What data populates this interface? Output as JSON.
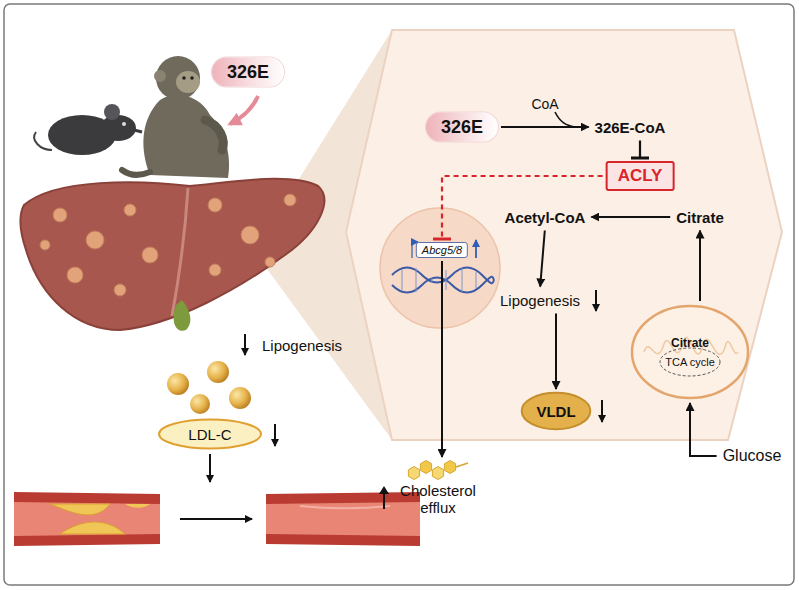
{
  "diagram": {
    "nodes": [
      {
        "text": [
          "326E"
        ]
      },
      {
        "text": [
          "326E"
        ]
      },
      {
        "text": [
          "326E-CoA"
        ]
      },
      {
        "text": [
          "ACLY"
        ]
      },
      {
        "text": [
          "Acetyl-CoA"
        ]
      },
      {
        "text": [
          "Citrate"
        ]
      },
      {
        "text": [
          "Lipogenesis"
        ]
      },
      {
        "text": [
          "VLDL"
        ]
      },
      {
        "text": [
          "Citrate",
          "TCA cycle"
        ]
      },
      {
        "text": [
          "Glucose"
        ]
      },
      {
        "text": [
          "Abcg5/8"
        ]
      },
      {
        "text": [
          "Cholesterol efflux"
        ]
      },
      {
        "text": [
          "LDL-C"
        ]
      }
    ],
    "edges": [
      {
        "from": 1,
        "to": 2,
        "arrow": "to"
      },
      {
        "from": 2,
        "to": 3,
        "arrow": "to"
      },
      {
        "from": 5,
        "to": 4,
        "arrow": "to"
      },
      {
        "from": 4,
        "to": 6,
        "arrow": "to"
      },
      {
        "from": 6,
        "to": 7,
        "arrow": "to"
      },
      {
        "from": 8,
        "to": 5,
        "arrow": "to"
      },
      {
        "from": 9,
        "to": 8,
        "arrow": "to"
      },
      {
        "from": 3,
        "to": 10,
        "arrow": "to"
      },
      {
        "from": 10,
        "to": 11,
        "arrow": "to"
      }
    ],
    "labels": [
      "CoA",
      "Lipogenesis"
    ]
  }
}
